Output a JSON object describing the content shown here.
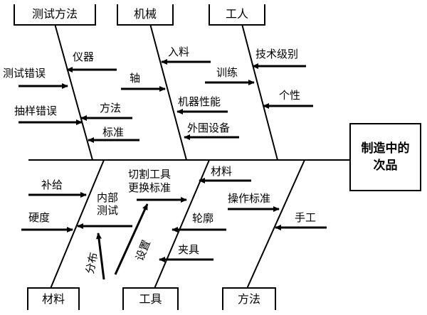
{
  "effect": {
    "line1": "制造中的",
    "line2": "次品"
  },
  "categories": {
    "test_method": "测试方法",
    "machine": "机械",
    "worker": "工人",
    "material": "材料",
    "tool": "工具",
    "method": "方法"
  },
  "causes": {
    "test_error": "测试错误",
    "instrument": "仪器",
    "sampling_error": "抽样错误",
    "procedure": "方法",
    "standard": "标准",
    "infeed": "入料",
    "shaft": "轴",
    "machine_performance": "机器性能",
    "peripherals": "外围设备",
    "skill_level": "技术级别",
    "training": "训练",
    "personality": "个性",
    "feed": "补给",
    "hardness": "硬度",
    "internal_test_1": "内部",
    "internal_test_2": "测试",
    "distribution": "分布",
    "cutting_tool_1": "切割工具",
    "cutting_tool_2": "更换标准",
    "setup": "设置",
    "material_sub": "材料",
    "contour": "轮廓",
    "fixture": "夹具",
    "operating_standard": "操作标准",
    "manual_work": "手工"
  }
}
